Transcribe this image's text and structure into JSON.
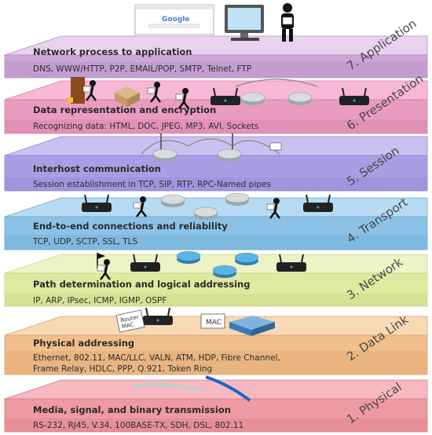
{
  "layers": [
    {
      "name": "7. Application",
      "title": "Network process to application",
      "protocols": [
        "DNS, WWW/HTTP, P2P, EMAIL/POP, SMTP, Telnet, FTP"
      ],
      "top_color": "#e9d2ee",
      "side_color": "#cba6d6",
      "edge_color": "#b58cc4"
    },
    {
      "name": "6. Presentation",
      "title": "Data representation and encryption",
      "protocols": [
        "Recognizing data: HTML, DOC, JPEG, MP3, AVI, Sockets"
      ],
      "top_color": "#f6b8d4",
      "side_color": "#ea9cbf",
      "edge_color": "#d47fa6"
    },
    {
      "name": "5. Session",
      "title": "Interhost communication",
      "protocols": [
        "Session establishment in TCP, SIP, RTP, RPC-Named pipes"
      ],
      "top_color": "#c9c1f0",
      "side_color": "#a99ee3",
      "edge_color": "#8f82d2"
    },
    {
      "name": "4. Transport",
      "title": "End-to-end connections and reliability",
      "protocols": [
        "TCP, UDP, SCTP, SSL, TLS"
      ],
      "top_color": "#b7dbf2",
      "side_color": "#8cc2e6",
      "edge_color": "#6aa9d3"
    },
    {
      "name": "3. Network",
      "title": "Path determination and logical addressing",
      "protocols": [
        "IP, ARP, IPsec, ICMP, IGMP, OSPF"
      ],
      "top_color": "#eef3c6",
      "side_color": "#dfe9a0",
      "edge_color": "#c8d57e"
    },
    {
      "name": "2. Data Link",
      "title": "Physical addressing",
      "protocols": [
        "Ethernet, 802.11, MAC/LLC, VALN, ATM, HDP, Fibre Channel,",
        "Frame Relay, HDLC,  PPP, Q.921, Token Ring"
      ],
      "top_color": "#f8d9b6",
      "side_color": "#f1bf8c",
      "edge_color": "#dba06a"
    },
    {
      "name": "1. Physical",
      "title": "Media, signal, and binary transmission",
      "protocols": [
        "RS-232, RJ45, V.34, 100BASE-TX, SDH, DSL, 802.11"
      ],
      "top_color": "#f6b9c0",
      "side_color": "#ee9aa3",
      "edge_color": "#d77c86"
    }
  ],
  "labels": {
    "browser_brand": "Google",
    "router_tag": "Router\nMAC",
    "mac_tag": "MAC"
  }
}
